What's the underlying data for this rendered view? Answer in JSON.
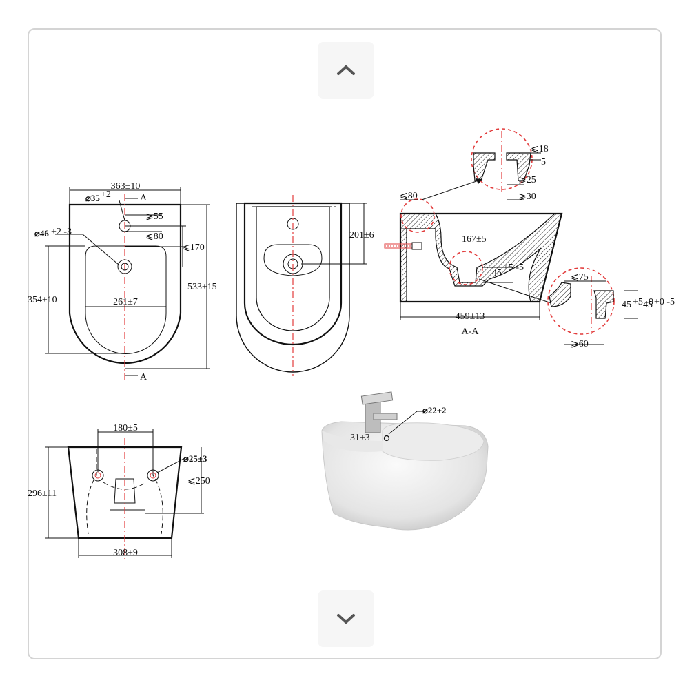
{
  "navigation": {
    "prev_icon": "chevron-up-icon",
    "next_icon": "chevron-down-icon"
  },
  "front_view": {
    "width_top": "363±10",
    "hole_small": "⌀35",
    "hole_small_tol": "+2",
    "section_mark_top": "A",
    "section_mark_bottom": "A",
    "dim_55": "⩾55",
    "hole_large": "⌀46",
    "hole_large_tol": "+2 -3",
    "dim_80": "⩽80",
    "dim_170": "⩽170",
    "depth_inner": "354±10",
    "width_inner": "261±7",
    "length_total": "533±15"
  },
  "middle_view": {
    "offset": "201±6"
  },
  "section_view": {
    "dim_80": "⩽80",
    "depth": "167±5",
    "drain_height": "45",
    "drain_tol": "+5 -5",
    "length": "459±13",
    "title": "A-A",
    "detail_top_18": "⩽18",
    "detail_top_5": "5",
    "detail_top_25": "⩾25",
    "detail_top_30": "⩾30",
    "detail_right_75": "⩽75",
    "detail_right_45a": "45",
    "detail_right_45a_tol": "+5 -0",
    "detail_right_45b": "45",
    "detail_right_45b_tol": "+0 -5",
    "detail_right_60": "⩾60"
  },
  "back_view": {
    "bolt_spacing": "180±5",
    "bolt_hole": "⌀25±3",
    "height": "296±11",
    "dim_250": "⩽250",
    "width_bottom": "308±9"
  },
  "product_photo": {
    "tap_hole": "⌀22±2",
    "tap_offset": "31±3"
  }
}
